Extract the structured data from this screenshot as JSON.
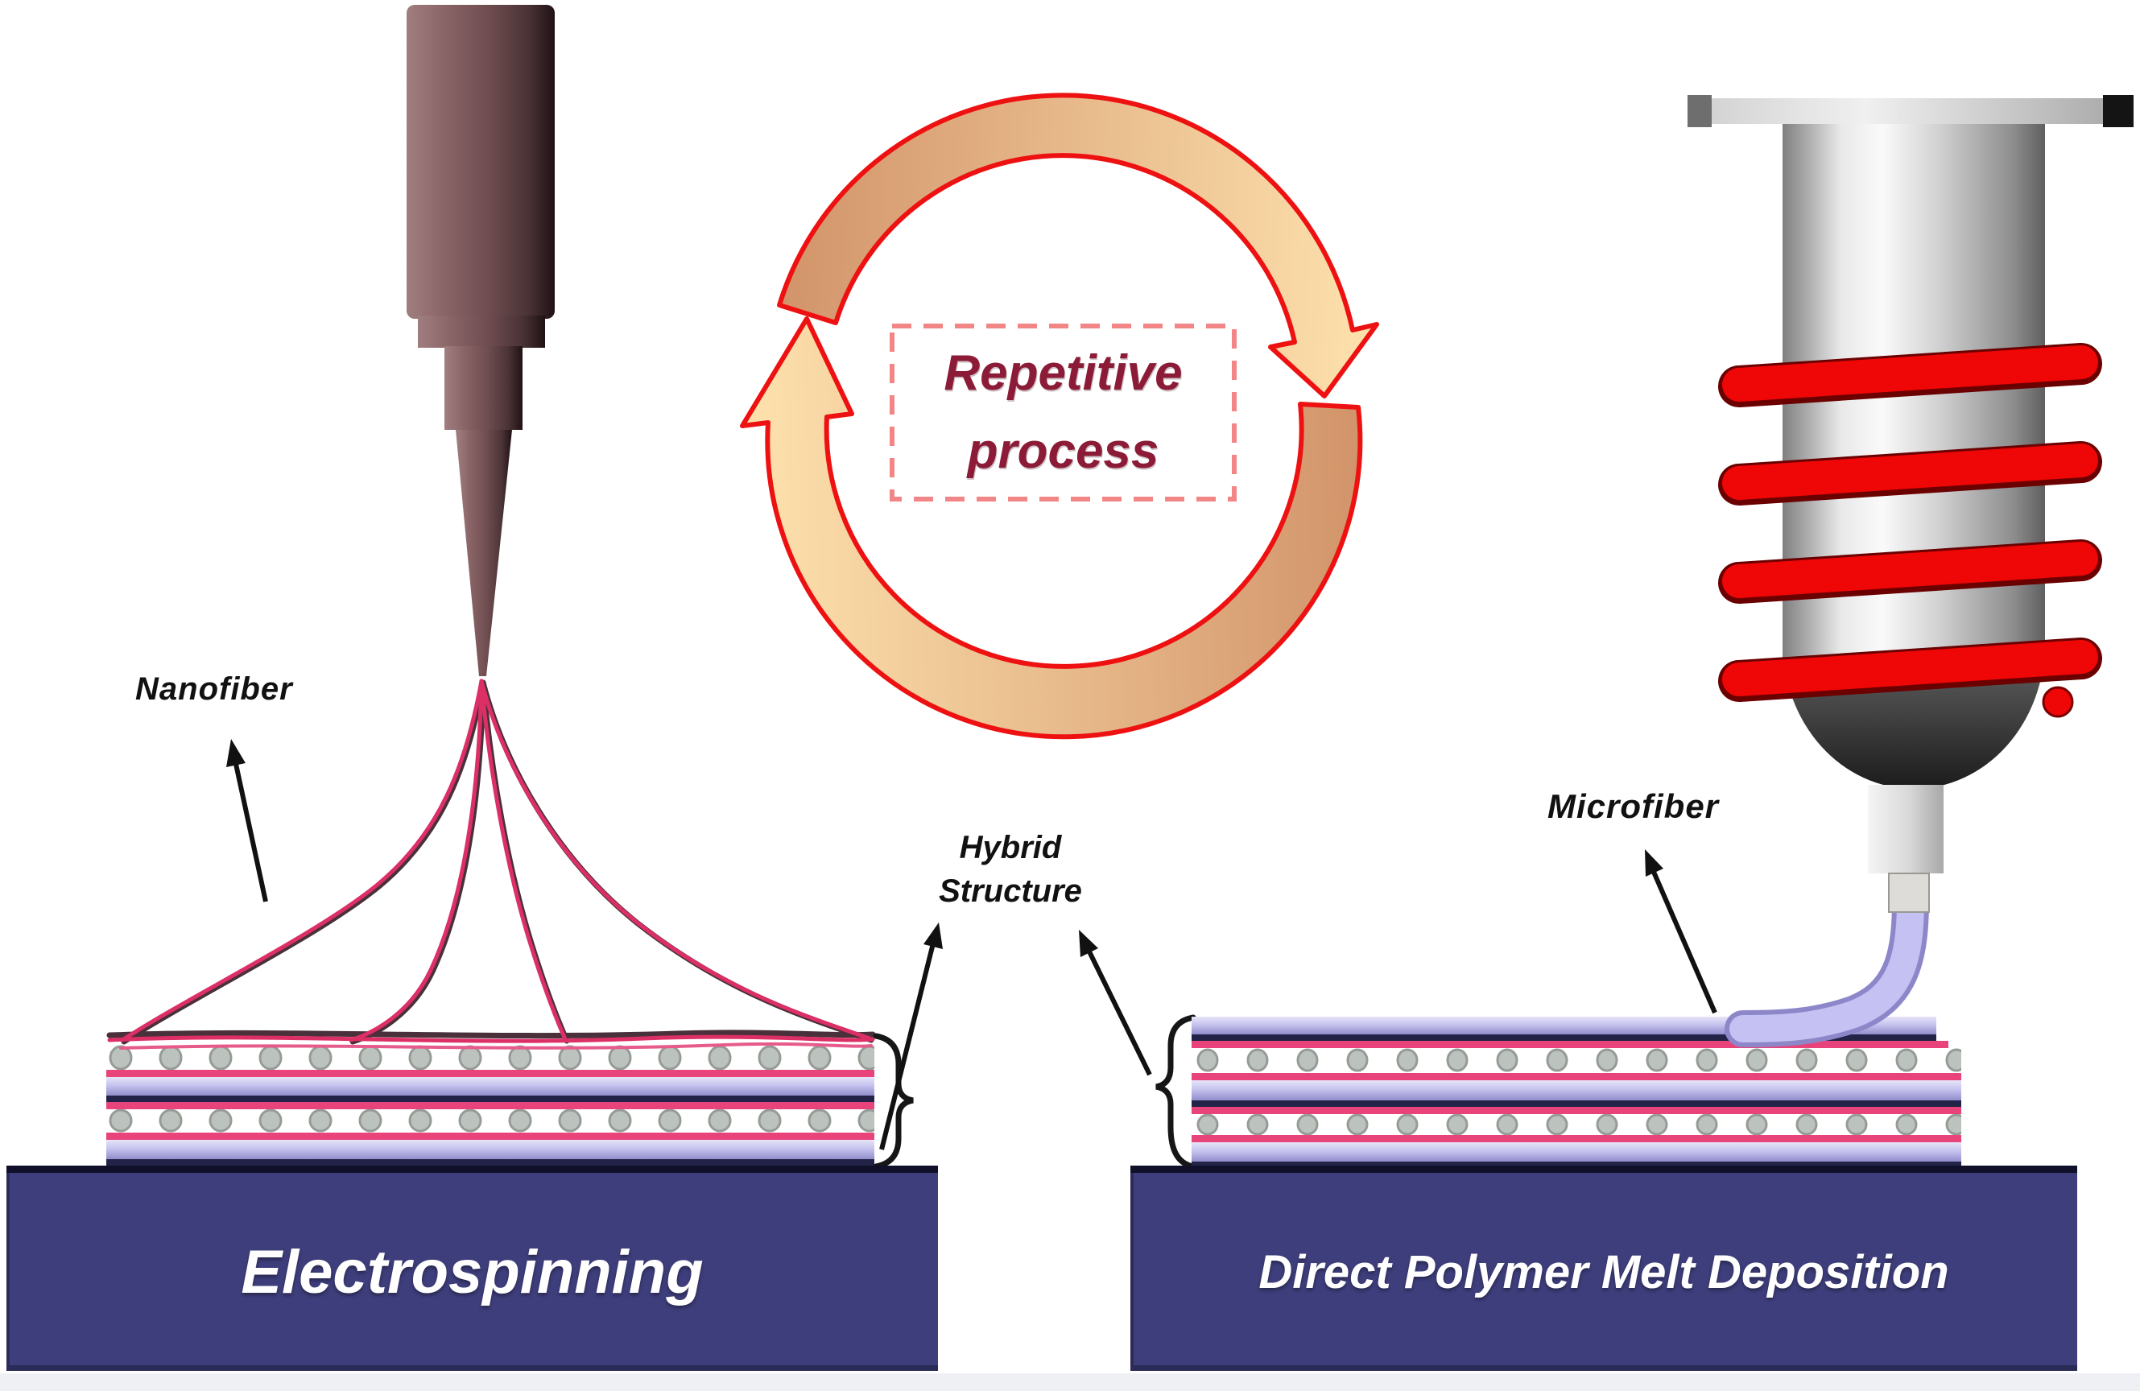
{
  "left": {
    "device": "electrospinning syringe",
    "fiber_label": "Nanofiber",
    "platform_label": "Electrospinning"
  },
  "right": {
    "device": "heated melt extruder",
    "fiber_label": "Microfiber",
    "platform_label": "Direct Polymer Melt Deposition"
  },
  "center": {
    "cycle_label_line1": "Repetitive",
    "cycle_label_line2": "process",
    "hybrid_label_line1": "Hybrid",
    "hybrid_label_line2": "Structure"
  },
  "colors": {
    "platform_navy": "#3e3e7c",
    "platform_text_white": "#ffffff",
    "fiber_pink": "#dc2f66",
    "substrate_lavender": "#c6c3ef",
    "substrate_dark_line": "#232347",
    "dot_gray": "#bcc2bd",
    "microfiber_lavender": "#c5c1f2",
    "coil_red": "#ef0606",
    "syringe_brown": "#7b585b",
    "steel_gray": "#d0d0d0",
    "cycle_arrow_tail": "#d2946a",
    "cycle_arrow_head": "#fcdfab",
    "cycle_outline_red": "#ee1111",
    "cycle_text_maroon": "#8b1b36",
    "dashed_box_salmon": "#f28585",
    "label_black": "#111111"
  }
}
